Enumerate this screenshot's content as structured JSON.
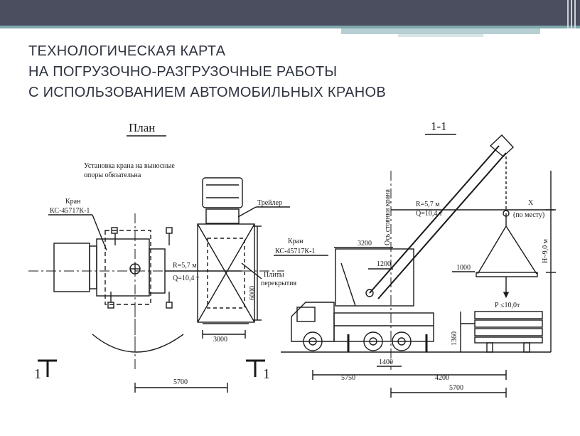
{
  "slide": {
    "title_lines": [
      "ТЕХНОЛОГИЧЕСКАЯ КАРТА",
      "НА ПОГРУЗОЧНО-РАЗГРУЗОЧНЫЕ РАБОТЫ",
      "С ИСПОЛЬЗОВАНИЕМ АВТОМОБИЛЬНЫХ КРАНОВ"
    ],
    "header_color": "#4a4e5e",
    "accent_color": "#7fa8ad"
  },
  "plan": {
    "heading": "План",
    "note_line1": "Установка крана на выносные",
    "note_line2": "опоры обязательна",
    "crane_label_line1": "Кран",
    "crane_label_line2": "КС-45717К-1",
    "trailer_label": "Трейлер",
    "radius": "R=5,7 м",
    "capacity": "Q=10,4 т",
    "slabs_line1": "Плиты",
    "slabs_line2": "перекрытия",
    "dim_6000": "6000",
    "dim_3000": "3000",
    "dim_5700": "5700",
    "section_mark_left": "1",
    "section_mark_right": "1"
  },
  "section": {
    "heading": "1-1",
    "crane_label_line1": "Кран",
    "crane_label_line2": "КС-45717К-1",
    "axis_label": "Ось стоянки крана",
    "radius": "R=5,7 м",
    "capacity": "Q=10,4 т",
    "x_mark": "X",
    "on_site": "(по месту)",
    "height": "Н~9,0 м",
    "load": "Р ≤10,0т",
    "dim_3200": "3200",
    "dim_1200": "1200",
    "dim_1000": "1000",
    "dim_1360": "1360",
    "dim_1400": "1400",
    "dim_5750": "5750",
    "dim_4200": "4200",
    "dim_5700": "5700"
  }
}
